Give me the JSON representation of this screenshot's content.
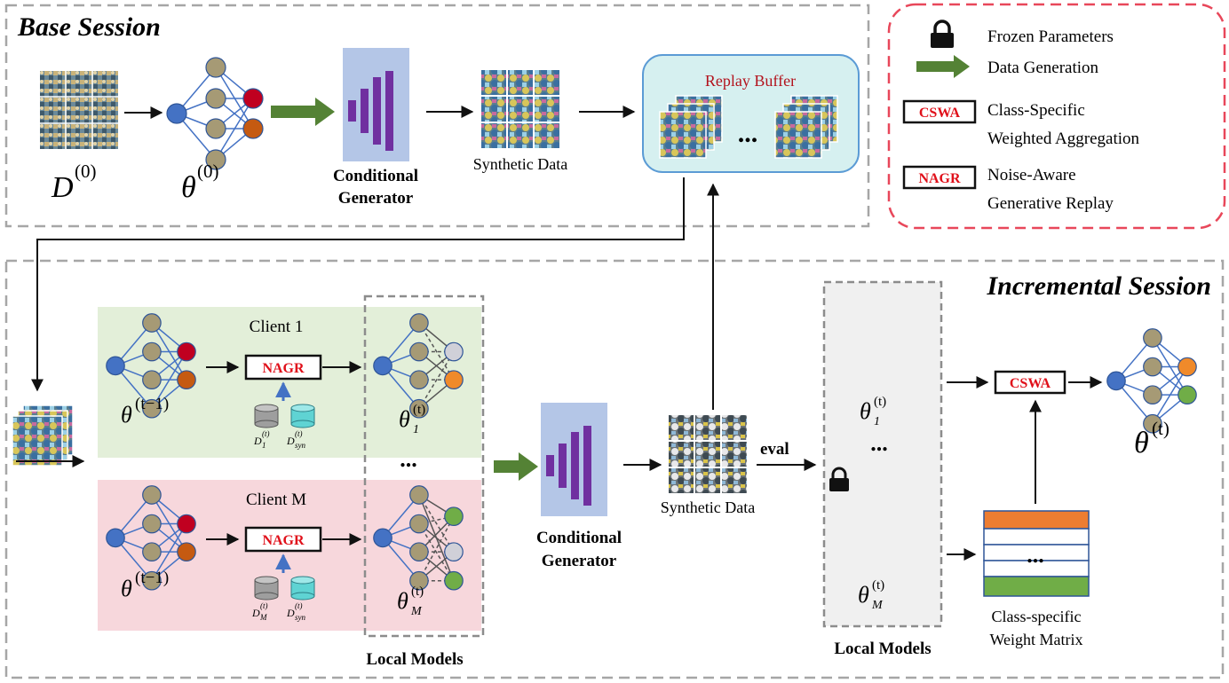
{
  "sessions": {
    "base_title": "Base Session",
    "incremental_title": "Incremental Session"
  },
  "base": {
    "dataset_symbol": "D",
    "dataset_sup": "(0)",
    "model_symbol": "θ",
    "model_sup": "(0)",
    "generator_line1": "Conditional",
    "generator_line2": "Generator",
    "synthetic_label": "Synthetic Data",
    "replay_title": "Replay Buffer",
    "ellipsis": "..."
  },
  "legend": {
    "frozen": "Frozen Parameters",
    "data_generation": "Data Generation",
    "cswa_badge": "CSWA",
    "cswa_line1": "Class-Specific",
    "cswa_line2": "Weighted Aggregation",
    "nagr_badge": "NAGR",
    "nagr_line1": "Noise-Aware",
    "nagr_line2": "Generative Replay"
  },
  "incremental": {
    "client1_title": "Client 1",
    "clientM_title": "Client M",
    "nagr_badge": "NAGR",
    "prev_model_symbol": "θ",
    "prev_model_sup": "(t−1)",
    "d1_symbol": "D",
    "d1_sub": "1",
    "dM_sub": "M",
    "dsyn_sub": "syn",
    "t_sup": "(t)",
    "theta1_sub": "1",
    "thetaM_sub": "M",
    "ellipsis": "...",
    "local_models": "Local Models",
    "generator_line1": "Conditional",
    "generator_line2": "Generator",
    "synthetic_label": "Synthetic Data",
    "eval_label": "eval",
    "cswa_badge": "CSWA",
    "matrix_line1": "Class-specific",
    "matrix_line2": "Weight Matrix",
    "matrix_ellipsis": "...",
    "final_symbol": "θ",
    "final_sup": "(t)"
  },
  "colors": {
    "session_border": "#a6a6a6",
    "legend_border": "#e8475a",
    "client1_bg": "#e3efd9",
    "clientM_bg": "#f7d7dc",
    "generator_bg": "#b4c6e7",
    "generator_bars": "#7030a0",
    "arrow_green": "#548235",
    "replay_bg": "#d6f0f0",
    "replay_border": "#5b9bd5",
    "node_blue": "#4472c4",
    "node_gray": "#a69a75",
    "node_red": "#c00020",
    "node_brown": "#c55a11",
    "node_orange": "#f08a2a",
    "node_light": "#d0d0d8",
    "node_green": "#70ad47",
    "matrix_orange": "#ed7d31",
    "matrix_green": "#70ad47",
    "matrix_border": "#2e5597",
    "cylinder_gray": "#9e9e9e",
    "cylinder_cyan": "#5fd3d3"
  }
}
